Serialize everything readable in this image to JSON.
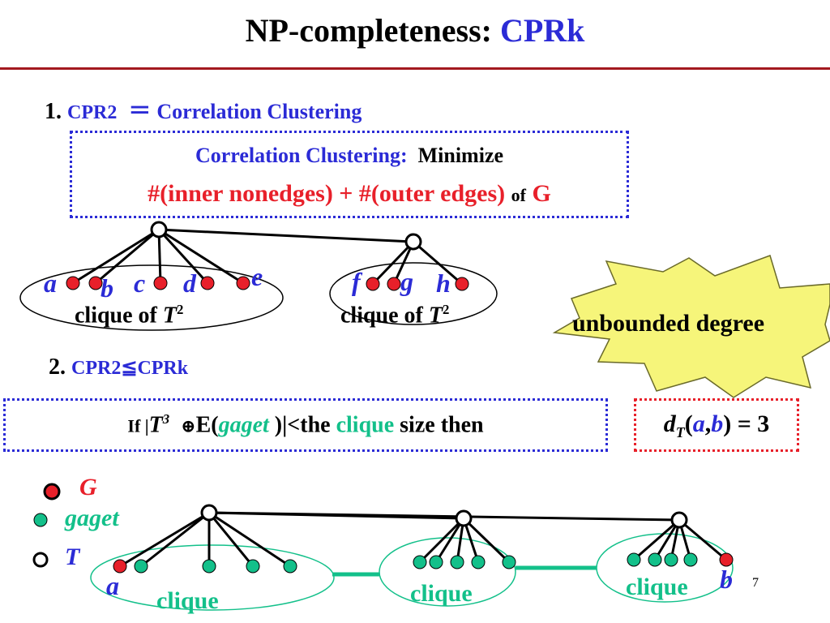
{
  "slide": {
    "title_main": "NP-completeness: ",
    "title_accent": "CPRk",
    "section1": {
      "number": "1.",
      "left": "CPR2",
      "relation": "＝",
      "right": "Correlation Clustering"
    },
    "definition": {
      "label": "Correlation Clustering:",
      "verb": "Minimize",
      "objective": "#(inner nonedges) + #(outer edges)",
      "of": "of",
      "graph": "G"
    },
    "tree1": {
      "left_leaves": [
        "a",
        "b",
        "c",
        "d",
        "e"
      ],
      "right_leaves": [
        "f",
        "g",
        "h"
      ],
      "clique_label_prefix": "clique of ",
      "clique_label_var": "T",
      "clique_label_sup": "2"
    },
    "callout": "unbounded degree",
    "section2": {
      "number": "2.",
      "left": "CPR2",
      "relation": "≦",
      "right": "CPRk"
    },
    "condition": {
      "if": "If |",
      "t": "T",
      "sup": "3",
      "oplus": "⊕",
      "e_open": "E(",
      "gaget": "gaget",
      "close": " )|",
      "lt": "<",
      "the": "the ",
      "clique": "clique",
      "size_then": " size then"
    },
    "distance": {
      "d": "d",
      "sub": "T",
      "open": "(",
      "a": "a",
      "comma": ",",
      "b": "b",
      "close_eq": ") = 3"
    },
    "legend": {
      "g": "G",
      "gaget": "gaget",
      "t": "T"
    },
    "tree2": {
      "clique_label": "clique",
      "leaf_a": "a",
      "leaf_b": "b"
    },
    "page_number": "7",
    "colors": {
      "blue": "#2b2bd6",
      "red": "#e8202a",
      "green": "#13c08a",
      "rule": "#a3191f",
      "callout_fill": "#f6f57a"
    }
  }
}
